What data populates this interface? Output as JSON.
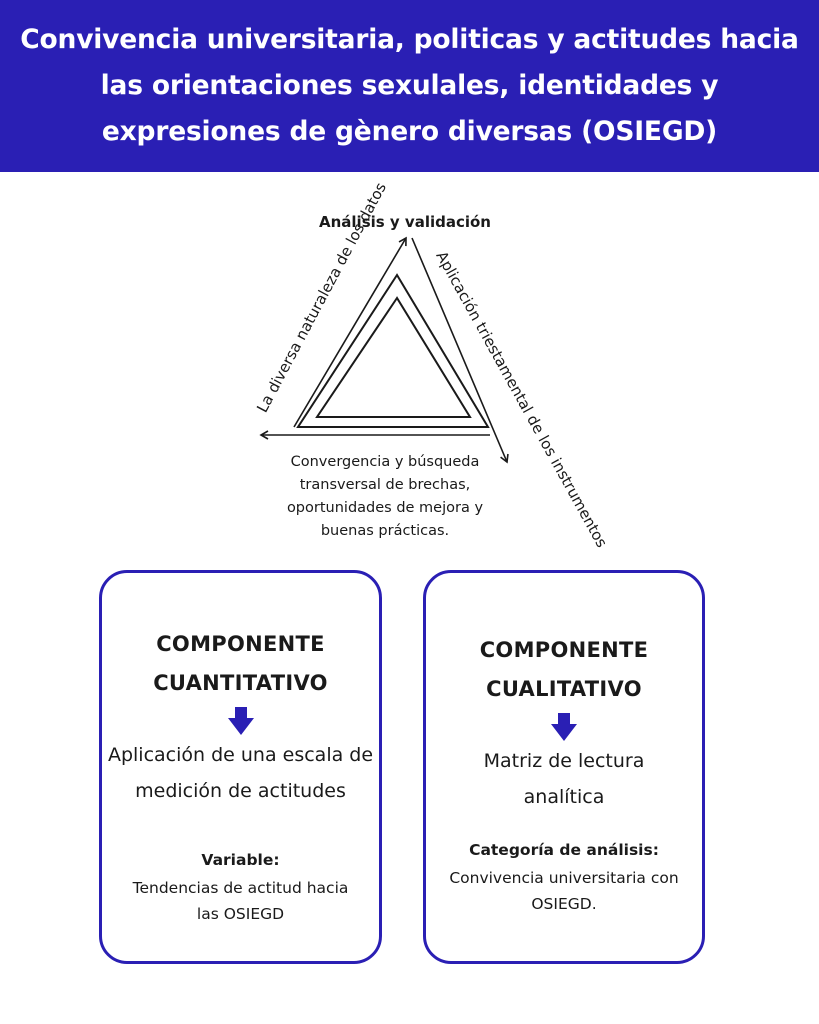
{
  "header": {
    "title": "Convivencia universitaria, politicas y actitudes hacia las orientaciones sexulales, identidades y expresiones de gènero diversas (OSIEGD)",
    "background_color": "#2a1fb4"
  },
  "diagram": {
    "top_label": "Análisis y validación",
    "left_label": "La diversa naturaleza de los datos",
    "right_label": "Aplicación triestamental de los instrumentos",
    "bottom_label": "Convergencia y búsqueda transversal de brechas, oportunidades de mejora y buenas prácticas."
  },
  "components": {
    "quantitative": {
      "title": "COMPONENTE CUANTITATIVO",
      "icon": "arrow-down-icon",
      "method": "Aplicación de una escala de medición de actitudes",
      "variable_label": "Variable:",
      "variable_value": "Tendencias de actitud hacia las OSIEGD"
    },
    "qualitative": {
      "title": "COMPONENTE CUALITATIVO",
      "icon": "arrow-down-icon",
      "method": "Matriz de lectura analítica",
      "category_label": "Categoría de análisis:",
      "category_value": "Convivencia universitaria con OSIEGD."
    }
  },
  "colors": {
    "accent": "#2a1fb4",
    "text": "#1a1a1a"
  }
}
